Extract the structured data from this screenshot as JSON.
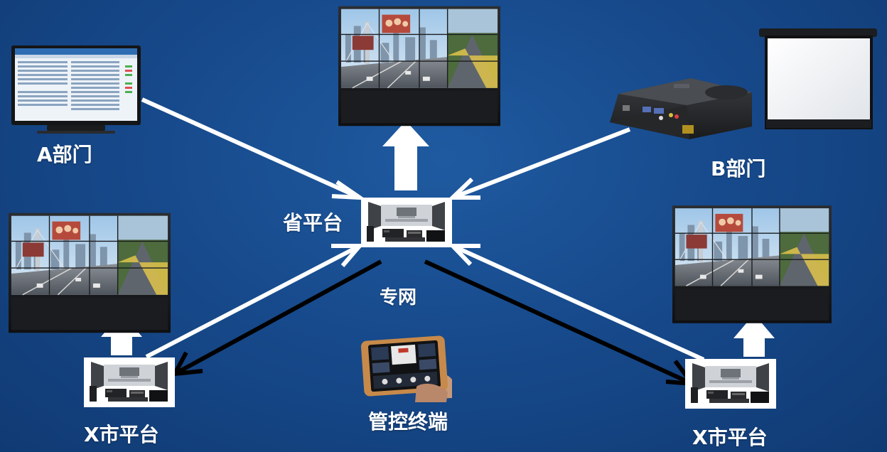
{
  "labels": {
    "dept_a": "A部门",
    "dept_b": "B部门",
    "province_platform": "省平台",
    "private_network": "专网",
    "city_platform_left": "X市平台",
    "city_platform_right": "X市平台",
    "control_terminal": "管控终端"
  },
  "colors": {
    "background": "#174a8c",
    "arrow_white": "#ffffff",
    "arrow_black": "#000000"
  },
  "icons": {
    "dept_a_device": "monitor-icon",
    "dept_b_device": "projector-icon",
    "dept_b_screen": "projection-screen-icon",
    "video_wall": "video-wall-icon",
    "platform": "platform-server-icon",
    "control_terminal": "tablet-icon"
  }
}
